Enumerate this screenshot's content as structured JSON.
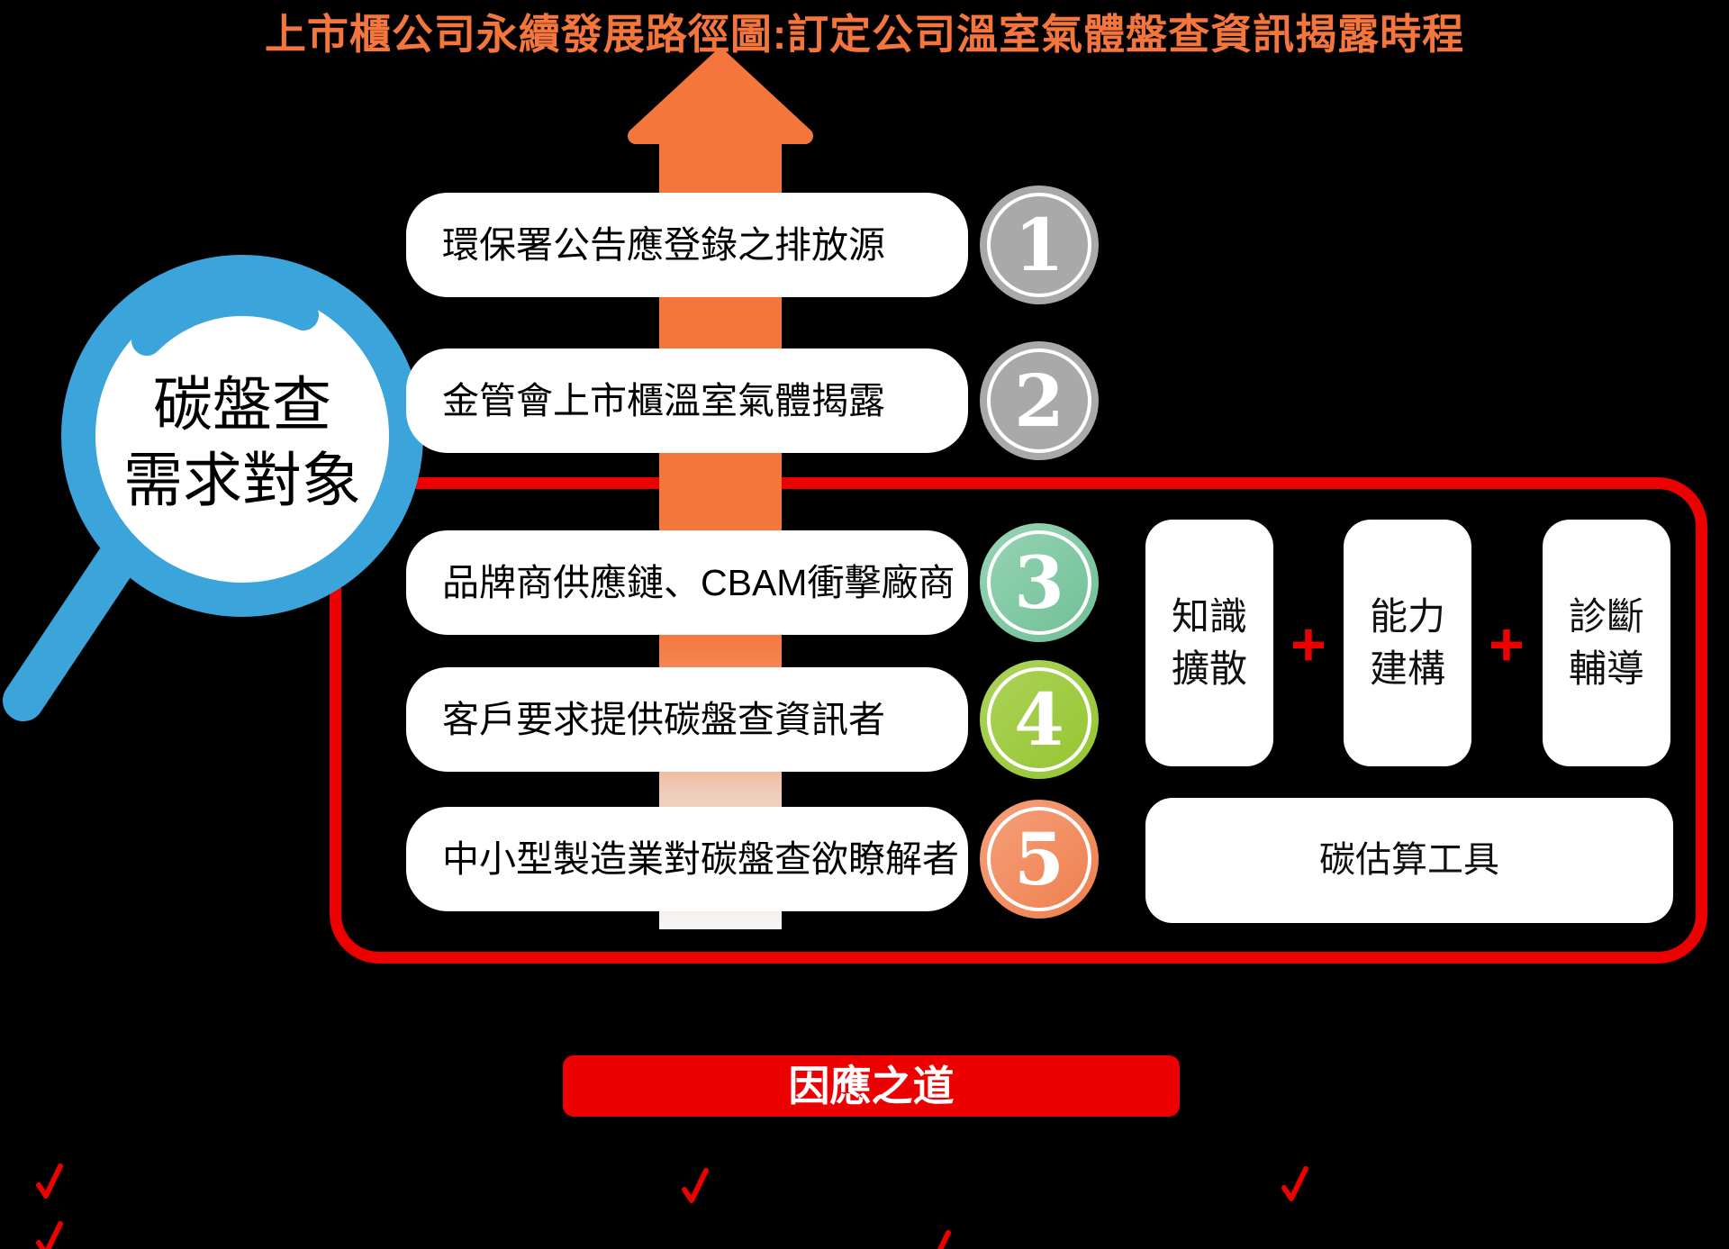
{
  "title": "上市櫃公司永續發展路徑圖:訂定公司溫室氣體盤查資訊揭露時程",
  "magnifier": {
    "line1": "碳盤查",
    "line2": "需求對象"
  },
  "steps": [
    {
      "num": "1",
      "label": "環保署公告應登錄之排放源"
    },
    {
      "num": "2",
      "label": "金管會上市櫃溫室氣體揭露"
    },
    {
      "num": "3",
      "label": "品牌商供應鏈、CBAM衝擊廠商"
    },
    {
      "num": "4",
      "label": "客戶要求提供碳盤查資訊者"
    },
    {
      "num": "5",
      "label": "中小型製造業對碳盤查欲瞭解者"
    }
  ],
  "response": {
    "boxes": [
      {
        "line1": "知識",
        "line2": "擴散"
      },
      {
        "line1": "能力",
        "line2": "建構"
      },
      {
        "line1": "診斷",
        "line2": "輔導"
      }
    ],
    "plus": "+",
    "tool": "碳估算工具",
    "banner": "因應之道"
  },
  "checkmarks": [
    "✓",
    "✓",
    "✓",
    "✓",
    "✓"
  ],
  "colors": {
    "background": "#000000",
    "orange": "#F5763C",
    "red": "#EC0000",
    "blue": "#3AA4DB",
    "gray_circle": "#A9A9A9",
    "teal_circle": "#7CC6A0",
    "green_circle": "#9ECB3C",
    "salmon_circle": "#F28A5D",
    "bar_fill": "#FFFFFF"
  },
  "icons": {
    "magnifier": "magnifier shape drawn with circle + handle",
    "arrow_up": "orange upward arrow",
    "checkmark": "✓",
    "plus": "+"
  }
}
